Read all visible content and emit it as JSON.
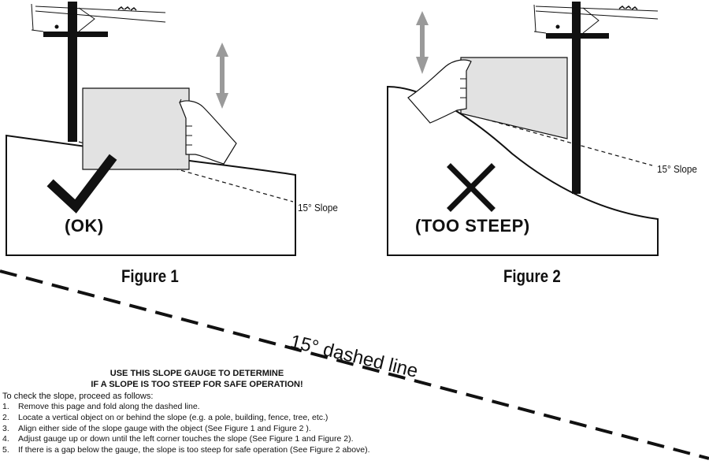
{
  "figure1": {
    "label": "Figure 1",
    "verdict": "(OK)",
    "slope_label": "15° Slope",
    "mark": "check-mark-icon"
  },
  "figure2": {
    "label": "Figure 2",
    "verdict": "(TOO STEEP)",
    "slope_label": "15° Slope",
    "mark": "x-mark-icon"
  },
  "fold_line": {
    "label": "15° dashed line"
  },
  "instructions": {
    "heading_line1": "USE THIS SLOPE GAUGE TO DETERMINE",
    "heading_line2": "IF A SLOPE IS TOO STEEP FOR SAFE OPERATION!",
    "intro": "To check the slope, proceed as follows:",
    "steps": [
      {
        "num": "1.",
        "text": "Remove this page and fold along the dashed line."
      },
      {
        "num": "2.",
        "text": "Locate a vertical object on or behind the slope (e.g. a pole, building, fence,  tree, etc.)"
      },
      {
        "num": "3.",
        "text": "Align either side of the slope gauge with the object (See Figure 1 and Figure 2 )."
      },
      {
        "num": "4.",
        "text": "Adjust gauge up or down until the left corner touches the slope (See Figure 1 and Figure 2)."
      },
      {
        "num": "5.",
        "text": "If there is a gap below the gauge, the slope is too steep for safe operation (See Figure 2 above)."
      }
    ]
  },
  "colors": {
    "ink": "#111111",
    "gauge_fill": "#e2e2e2",
    "arrow_gray": "#9a9a9a"
  }
}
